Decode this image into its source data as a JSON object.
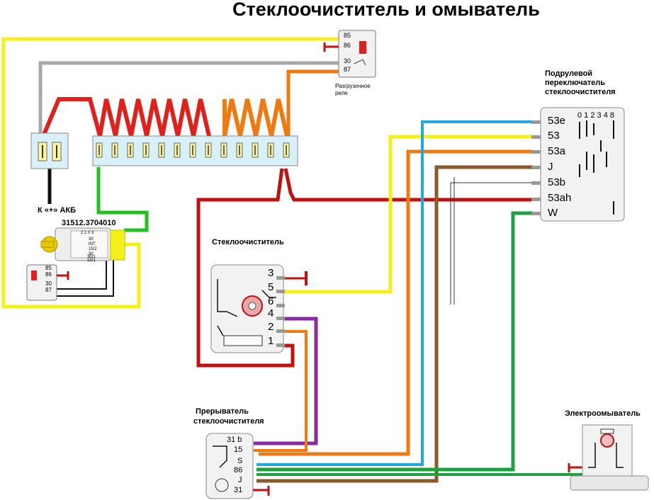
{
  "title": "Стеклоочиститель и омыватель",
  "relay_top": {
    "caption_line1": "Разгрузочное",
    "caption_line2": "реле",
    "pins": [
      "85",
      "86",
      "30",
      "87"
    ]
  },
  "relay_small": {
    "pins": [
      "85",
      "86",
      "30",
      "87"
    ]
  },
  "battery": {
    "caption": "К «+» АКБ"
  },
  "ignition_switch": {
    "part_number": "31512.3704010",
    "pins": [
      "2 1 0 3",
      "30",
      "INT",
      "15/2",
      "30",
      "30/1",
      "15/1"
    ]
  },
  "column_switch": {
    "caption_line1": "Подрулевой",
    "caption_line2": "переключатель",
    "caption_line3": "стеклоочистителя",
    "positions": "0 1 2 3 4 8",
    "pins": [
      "53e",
      "53",
      "53a",
      "J",
      "53b",
      "53ah",
      "W"
    ]
  },
  "wiper_motor": {
    "caption": "Стеклоочиститель",
    "pins": [
      "3",
      "5",
      "6",
      "4",
      "2",
      "1"
    ]
  },
  "interrupter": {
    "caption_line1": "Прерыватель",
    "caption_line2": "стеклоочистителя",
    "pins": [
      "31 b",
      "15",
      "S",
      "86",
      "J",
      "31"
    ]
  },
  "washer": {
    "caption": "Электроомыватель"
  },
  "colors": {
    "yellow": "#f5ef1a",
    "gray": "#a8a8a8",
    "red": "#e0201a",
    "dark_red": "#c01010",
    "orange": "#f07a10",
    "light_blue": "#20a8e0",
    "brown": "#8a5a2a",
    "green": "#20a040",
    "violet": "#8a2aa0",
    "black": "#111111"
  }
}
